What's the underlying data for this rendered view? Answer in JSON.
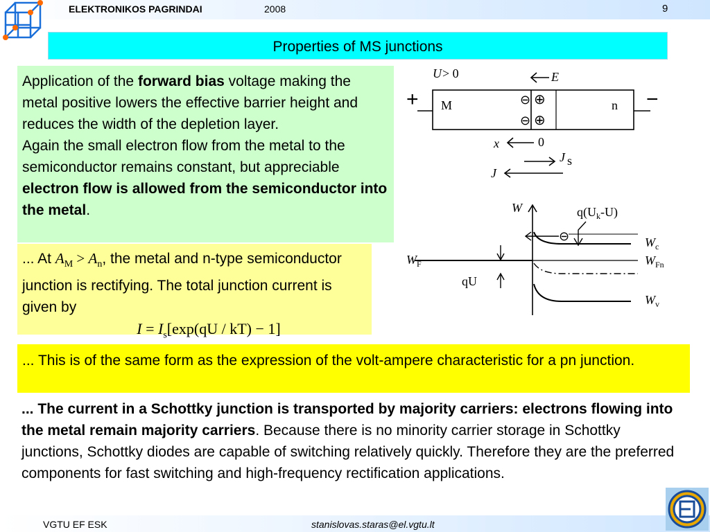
{
  "header": {
    "course": "ELEKTRONIKOS PAGRINDAI",
    "year": "2008",
    "page": "9"
  },
  "title": "Properties of MS junctions",
  "box1": {
    "t1": "Application of the ",
    "b1": "forward bias",
    "t2": " voltage making the metal positive lowers the effective barrier height and reduces the width of the depletion layer.",
    "t3": "Again the small electron flow from the metal to the semiconductor remains constant, but appreciable ",
    "b2": "electron flow is allowed from the semiconductor into the metal",
    "t4": "."
  },
  "box2": {
    "t1": "... At ",
    "cond": "A",
    "sub1": "M",
    "gt": " > ",
    "cond2": "A",
    "sub2": "n",
    "t2": ", the metal and n-type semiconductor junction is rectifying. The total junction current is given by",
    "eq_left": "I",
    "eq_eq": " = ",
    "eq_I": "I",
    "eq_s": "s",
    "eq_rest": "[exp(qU / kT) − 1]"
  },
  "box3": {
    "text": "... This is of the same form as the expression of the volt-ampere characteristic for a pn junction."
  },
  "para": {
    "bold": "... The current in a Schottky junction is transported by majority carriers: electrons flowing into the metal remain majority carriers",
    "rest": ". Because there is no minority carrier storage in Schottky junctions, Schottky diodes are capable of switching relatively quickly. Therefore they are the preferred components for fast switching and high-frequency rectification applications."
  },
  "diagram": {
    "u_label": "U",
    "u_cond": " > 0",
    "e_label": "E",
    "plus": "+",
    "minus": "−",
    "m_label": "M",
    "n_label": "n",
    "minus_sign": "⊖",
    "plus_sign": "⊕",
    "x_label": "x",
    "zero": "0",
    "js_label": "J",
    "js_sub": "s",
    "j_label": "J",
    "w_label": "W",
    "qu_k": "q(U",
    "qu_k_sub": "k",
    "qu_k_end": "-U)",
    "wf_label": "W",
    "wf_sub": "F",
    "wc_label": "W",
    "wc_sub": "c",
    "wfn_label": "W",
    "wfn_sub": "Fn",
    "wv_label": "W",
    "wv_sub": "v",
    "qu_label": "qU"
  },
  "footer": {
    "left": "VGTU EF ESK",
    "email": "stanislovas.staras@el.vgtu.lt"
  }
}
